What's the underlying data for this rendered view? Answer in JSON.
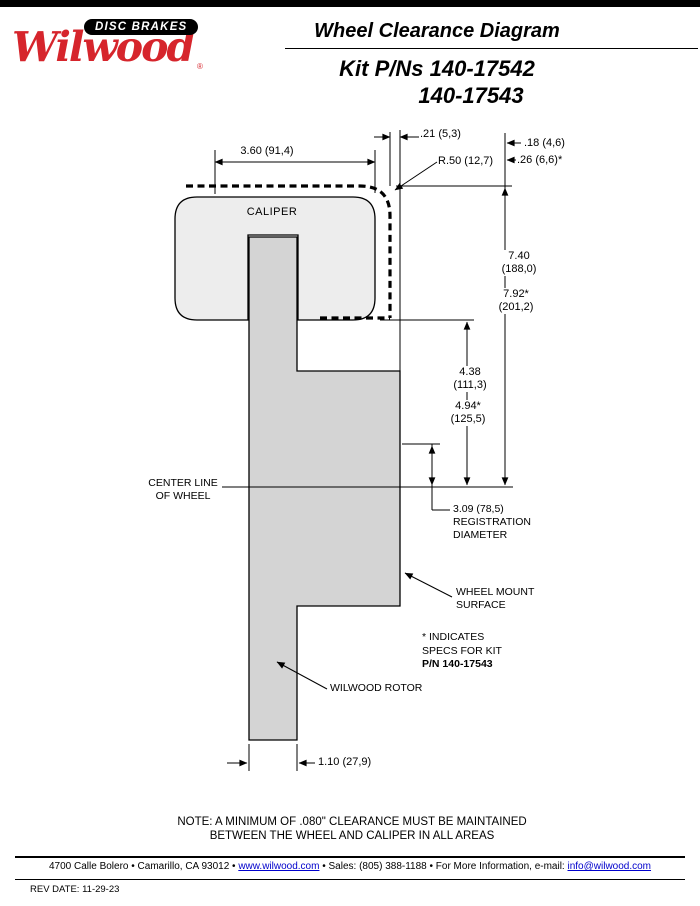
{
  "page": {
    "rev_date": "REV DATE:  11-29-23"
  },
  "logo": {
    "disc_brakes": "DISC BRAKES",
    "brand": "Wilwood",
    "registered": "®"
  },
  "header": {
    "title": "Wheel Clearance Diagram",
    "kit_line1": "Kit P/Ns 140-17542",
    "kit_line2": "140-17543"
  },
  "diagram": {
    "caliper_label": "CALIPER",
    "dims": {
      "caliper_width": "3.60 (91,4)",
      "top_gap": ".21 (5,3)",
      "corner_radius": "R.50 (12,7)",
      "d18": ".18 (4,6)",
      "d26": ".26 (6,6)*",
      "h740": [
        "7.40",
        "(188,0)"
      ],
      "h792": [
        "7.92*",
        "(201,2)"
      ],
      "h438": [
        "4.38",
        "(111,3)"
      ],
      "h494": [
        "4.94*",
        "(125,5)"
      ],
      "registration": [
        "3.09 (78,5)",
        "REGISTRATION",
        "DIAMETER"
      ],
      "rotor_width": "1.10 (27,9)"
    },
    "labels": {
      "centerline": [
        "CENTER LINE",
        "OF WHEEL"
      ],
      "wheel_mount": [
        "WHEEL MOUNT",
        "SURFACE"
      ],
      "indicates": [
        "* INDICATES",
        "SPECS FOR KIT",
        "P/N 140-17543"
      ],
      "rotor": "WILWOOD ROTOR"
    },
    "note": [
      "NOTE: A MINIMUM OF .080\" CLEARANCE MUST BE MAINTAINED",
      "BETWEEN THE WHEEL AND CALIPER IN ALL AREAS"
    ]
  },
  "footer": {
    "part1": "4700 Calle Bolero • Camarillo, CA 93012 • ",
    "link1": "www.wilwood.com",
    "part2": " • Sales: (805) 388-1188 • For More Information, e-mail: ",
    "link2": "info@wilwood.com"
  }
}
